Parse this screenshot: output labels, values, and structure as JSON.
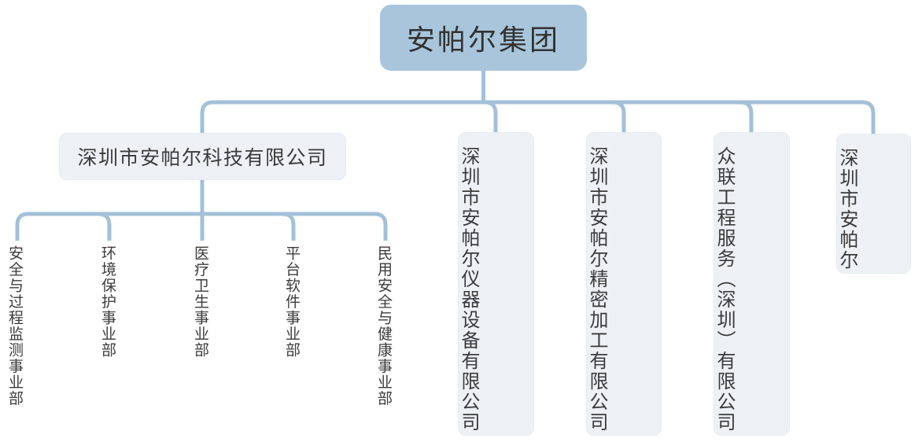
{
  "chart": {
    "type": "org-chart",
    "root": {
      "label": "安帕尔集团"
    },
    "subsidiaries": [
      {
        "label": "深圳市安帕尔科技有限公司",
        "orientation": "horizontal"
      },
      {
        "label": "深圳市安帕尔仪器设备有限公司",
        "orientation": "vertical"
      },
      {
        "label": "深圳市安帕尔精密加工有限公司",
        "orientation": "vertical"
      },
      {
        "label": "众联工程服务（深圳）有限公司",
        "orientation": "vertical"
      },
      {
        "label": "深圳市安帕尔",
        "orientation": "vertical"
      }
    ],
    "divisions": [
      {
        "label": "安全与过程监测事业部"
      },
      {
        "label": "环境保护事业部"
      },
      {
        "label": "医疗卫生事业部"
      },
      {
        "label": "平台软件事业部"
      },
      {
        "label": "民用安全与健康事业部"
      }
    ],
    "colors": {
      "root_fill": "#a8c5db",
      "node_fill": "#edf1f5",
      "line": "#a3c0d9",
      "text": "#3b3b3b"
    }
  }
}
